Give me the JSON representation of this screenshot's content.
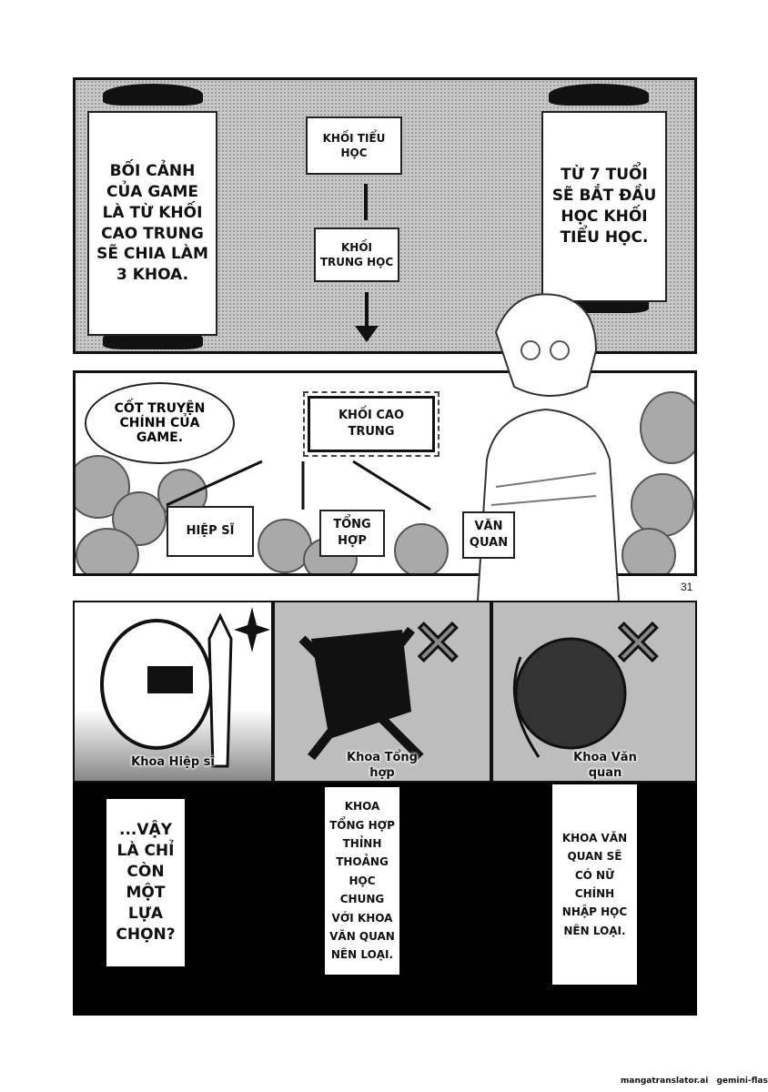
{
  "panel1": {
    "left_caption": "Bối cảnh của game là từ khối cao trung sẽ chia làm 3 khoa.",
    "flow_box_1": "Khối tiểu học",
    "flow_box_2": "Khối trung học",
    "right_caption": "Từ 7 tuổi sẽ bắt đầu học khối tiểu học."
  },
  "panel2": {
    "speech": "Cốt truyện chính của game.",
    "root_box": "Khối cao trung",
    "branches": [
      "Hiệp sĩ",
      "Tổng hợp",
      "Văn quan"
    ]
  },
  "page_number": "31",
  "panel3": {
    "knight": {
      "label": "Khoa Hiệp sĩ",
      "caption": "...Vậy là chỉ còn một lựa chọn?"
    },
    "general": {
      "label": "Khoa Tổng hợp",
      "caption": "Khoa tổng hợp thỉnh thoảng học chung với khoa văn quan nên loại."
    },
    "civil": {
      "label": "Khoa Văn quan",
      "caption": "Khoa văn quan sẽ có nữ chính nhập học nên loại."
    }
  },
  "watermark": {
    "site": "mangatranslator.ai",
    "model": "gemini-flash"
  },
  "colors": {
    "ink": "#111111",
    "screentone": "#c9c9c9",
    "paper": "#ffffff"
  }
}
